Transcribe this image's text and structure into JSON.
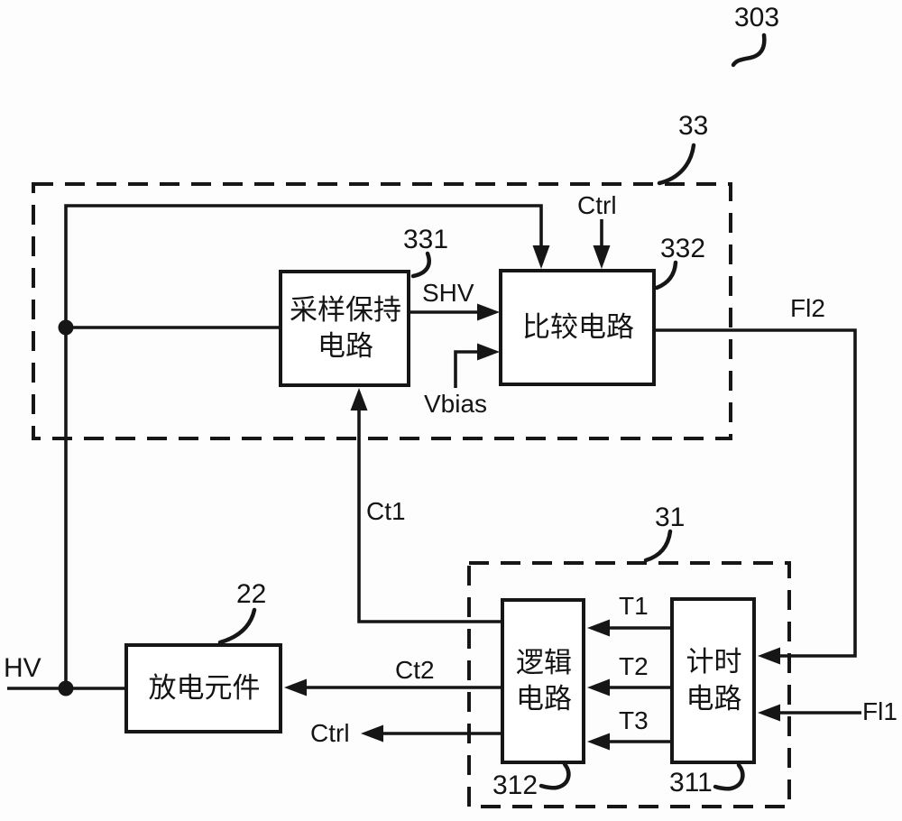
{
  "figure": {
    "ref": "303"
  },
  "groups": {
    "measure": {
      "ref": "33"
    },
    "timing_group": {
      "ref": "31"
    }
  },
  "blocks": {
    "sample_hold": {
      "label": "采样保持\n电路",
      "ref": "331"
    },
    "comparator": {
      "label": "比较电路",
      "ref": "332"
    },
    "logic": {
      "label": "逻辑\n电路",
      "ref": "312"
    },
    "timing": {
      "label": "计时\n电路",
      "ref": "311"
    },
    "discharge": {
      "label": "放电元件",
      "ref": "22"
    }
  },
  "signals": {
    "hv": "HV",
    "ctrl_top": "Ctrl",
    "shv": "SHV",
    "vbias": "Vbias",
    "fl2": "Fl2",
    "fl1": "Fl1",
    "t1": "T1",
    "t2": "T2",
    "t3": "T3",
    "ct1": "Ct1",
    "ct2": "Ct2",
    "ctrl_out": "Ctrl"
  },
  "colors": {
    "line": "#161616",
    "background": "#fdfdfd"
  }
}
